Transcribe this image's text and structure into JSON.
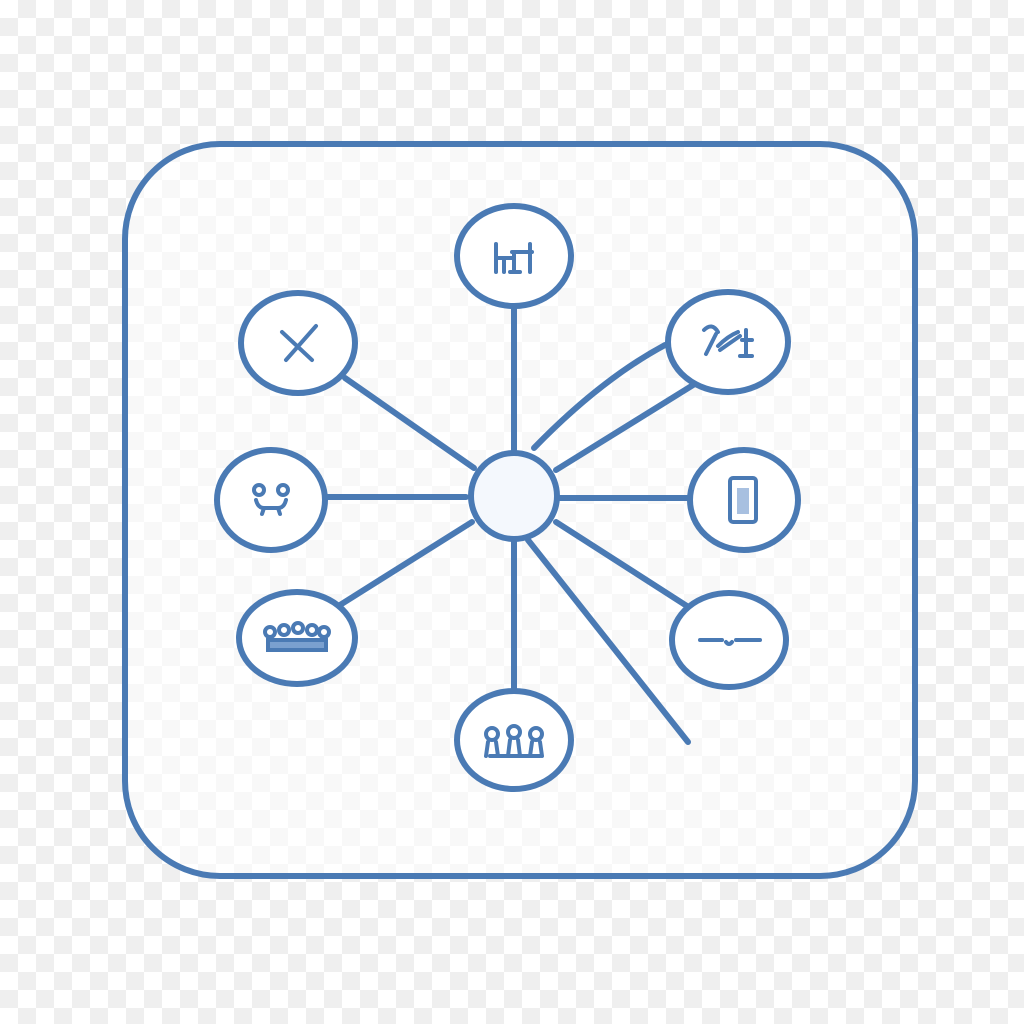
{
  "colors": {
    "stroke": "#4a7ab4",
    "node_fill": "#ffffff",
    "hub_fill": "#f4f8fd",
    "frame_fill": "#ffffff"
  },
  "hub": {
    "name": "hub-node"
  },
  "nodes": [
    {
      "name": "node-top",
      "icon": "desk-chair-icon"
    },
    {
      "name": "node-top-right",
      "icon": "handshake-icon"
    },
    {
      "name": "node-right",
      "icon": "mobile-phone-icon"
    },
    {
      "name": "node-bottom-right",
      "icon": "dash-line-icon"
    },
    {
      "name": "node-bottom",
      "icon": "group-of-people-icon"
    },
    {
      "name": "node-bottom-left",
      "icon": "team-people-icon"
    },
    {
      "name": "node-left",
      "icon": "pair-people-icon"
    },
    {
      "name": "node-top-left",
      "icon": "close-x-icon"
    }
  ]
}
